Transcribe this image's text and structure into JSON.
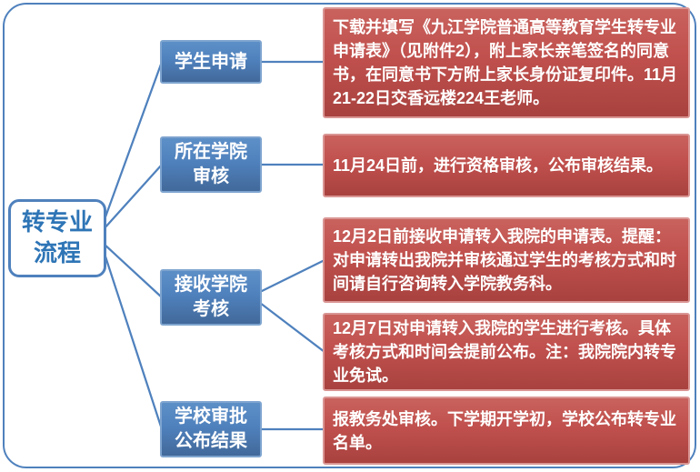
{
  "flow": {
    "title": {
      "lines": [
        "转专业",
        "流程"
      ]
    },
    "steps": [
      {
        "lines": [
          "学生申请"
        ]
      },
      {
        "lines": [
          "所在学院",
          "审核"
        ]
      },
      {
        "lines": [
          "接收学院",
          "考核"
        ]
      },
      {
        "lines": [
          "学校审批",
          "公布结果"
        ]
      }
    ],
    "details": [
      {
        "text": "下载并填写《九江学院普通高等教育学生转专业申请表》（见附件2），附上家长亲笔签名的同意书，在同意书下方附上家长身份证复印件。11月21-22日交香远楼224王老师。"
      },
      {
        "text": "11月24日前，进行资格审核，公布审核结果。"
      },
      {
        "text": "12月2日前接收申请转入我院的申请表。提醒：对申请转出我院并审核通过学生的考核方式和时间请自行咨询转入学院教务科。"
      },
      {
        "text": "12月7日对申请转入我院的学生进行考核。具体考核方式和时间会提前公布。注：我院院内转专业免试。"
      },
      {
        "text": "报教务处审核。下学期开学初，学校公布转专业名单。"
      }
    ],
    "colors": {
      "accent_blue": "#4F81BD",
      "accent_red": "#C0504D",
      "red_border": "#D99694",
      "title_text": "#2E75B6",
      "text_on_fill": "#FFFFFF"
    }
  }
}
